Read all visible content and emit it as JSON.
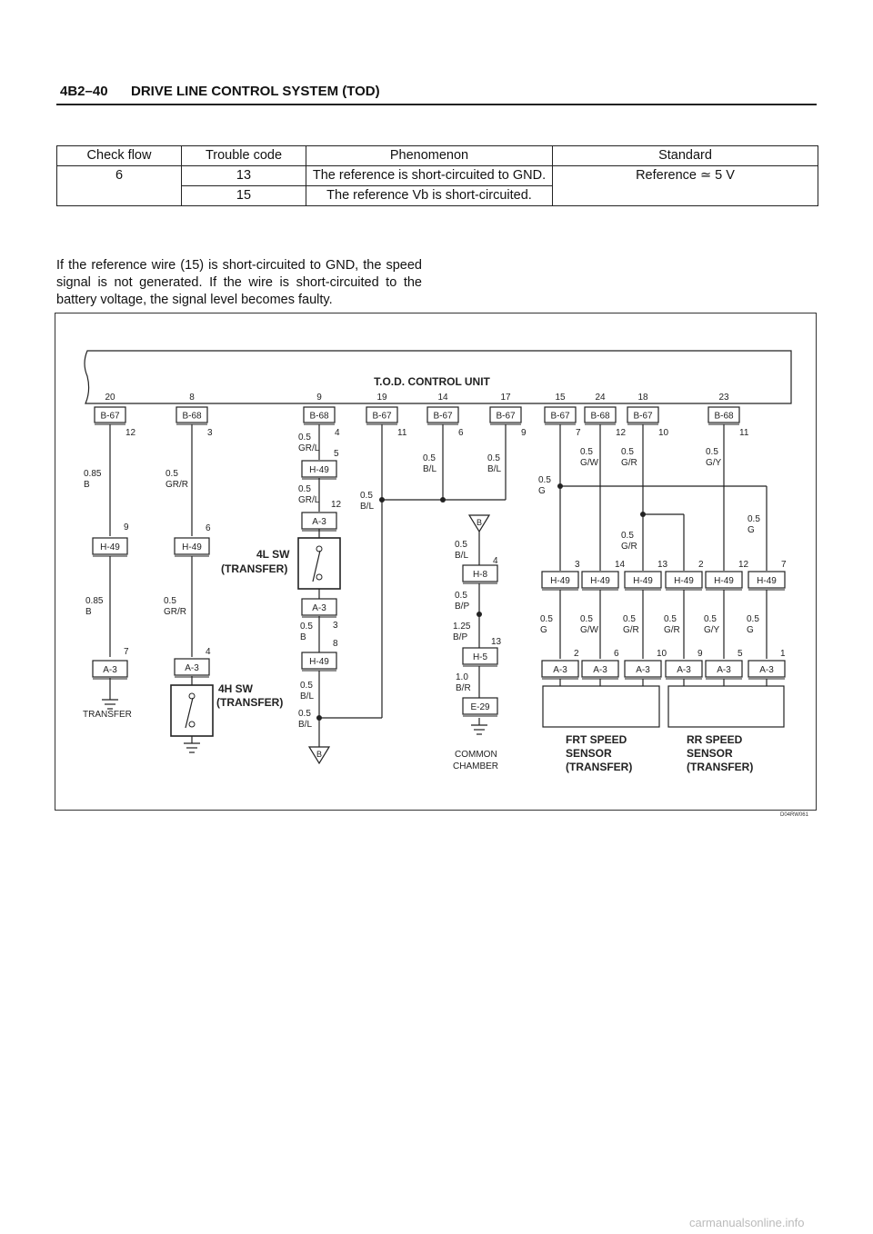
{
  "header": {
    "code": "4B2–40",
    "title": "DRIVE LINE CONTROL SYSTEM (TOD)"
  },
  "check_table": {
    "headers": [
      "Check flow",
      "Trouble code",
      "Phenomenon",
      "Standard"
    ],
    "check_flow": "6",
    "rows": [
      {
        "code": "13",
        "phenomenon": "The reference is short-circuited to GND."
      },
      {
        "code": "15",
        "phenomenon": "The reference Vb is short-circuited."
      }
    ],
    "standard": "Reference ≃ 5 V"
  },
  "paragraph": "If the reference wire (15) is short-circuited to GND, the speed signal is not generated. If the wire is short-circuited to the battery voltage, the signal level becomes faulty.",
  "diagram": {
    "unit_label": "T.O.D. CONTROL UNIT",
    "unit_pins": [
      "20",
      "8",
      "9",
      "19",
      "14",
      "17",
      "15",
      "24",
      "18",
      "23"
    ],
    "top_connectors": [
      "B-67",
      "B-68",
      "B-68",
      "B-67",
      "B-67",
      "B-67",
      "B-67",
      "B-68",
      "B-67",
      "B-68"
    ],
    "top_pin_nums": [
      "12",
      "3",
      "4",
      "11",
      "6",
      "9",
      "7",
      "12",
      "10",
      "11"
    ],
    "wire_labels": {
      "w1a": [
        "0.85",
        "B"
      ],
      "w1b": [
        "0.85",
        "B"
      ],
      "w2a": [
        "0.5",
        "GR/R"
      ],
      "w2b": [
        "0.5",
        "GR/R"
      ],
      "w3a": [
        "0.5",
        "GR/L"
      ],
      "w3b": [
        "0.5",
        "GR/L"
      ],
      "w3c": [
        "0.5",
        "B"
      ],
      "w3d": [
        "0.5",
        "B/L"
      ],
      "w3e": [
        "0.5",
        "B/L"
      ],
      "w4": [
        "0.5",
        "B/L"
      ],
      "w5": [
        "0.5",
        "B/L"
      ],
      "w6": [
        "0.5",
        "B/L"
      ],
      "w7": [
        "0.5",
        "G"
      ],
      "w8": [
        "0.5",
        "G/W"
      ],
      "w9": [
        "0.5",
        "G/R"
      ],
      "w9b": [
        "0.5",
        "G/R"
      ],
      "w10": [
        "0.5",
        "G/Y"
      ],
      "w11": [
        "0.5",
        "G"
      ],
      "g1": [
        "0.5",
        "B/L"
      ],
      "g2": [
        "0.5",
        "B/P"
      ],
      "g3": [
        "1.25",
        "B/P"
      ],
      "g4": [
        "1.0",
        "B/R"
      ],
      "s1": [
        "0.5",
        "G"
      ],
      "s2": [
        "0.5",
        "G/W"
      ],
      "s3": [
        "0.5",
        "G/R"
      ],
      "s4": [
        "0.5",
        "G/R"
      ],
      "s5": [
        "0.5",
        "G/Y"
      ],
      "s6": [
        "0.5",
        "G"
      ]
    },
    "connectors": {
      "h49": "H-49",
      "a3": "A-3",
      "h8": "H-8",
      "h5": "H-5",
      "e29": "E-29"
    },
    "pins": {
      "c1_h49": "9",
      "c1_a3": "7",
      "c2_h49": "6",
      "c2_a3": "4",
      "c3_h49": "5",
      "c3_a3top": "12",
      "c3_a3bot": "3",
      "c3_h49b": "8",
      "h8": "4",
      "h5": "13",
      "s_h49": [
        "3",
        "14",
        "13",
        "2",
        "12",
        "7"
      ],
      "s_a3": [
        "2",
        "6",
        "10",
        "9",
        "5",
        "1"
      ]
    },
    "labels": {
      "sw4l": [
        "4L SW",
        "(TRANSFER)"
      ],
      "sw4h": [
        "4H SW",
        "(TRANSFER)"
      ],
      "transfer": "TRANSFER",
      "common": [
        "COMMON",
        "CHAMBER"
      ],
      "frt": [
        "FRT SPEED",
        "SENSOR",
        "(TRANSFER)"
      ],
      "rr": [
        "RR SPEED",
        "SENSOR",
        "(TRANSFER)"
      ],
      "b": "B"
    },
    "figure_id": "D04RW061"
  },
  "footer": "carmanualsonline.info"
}
